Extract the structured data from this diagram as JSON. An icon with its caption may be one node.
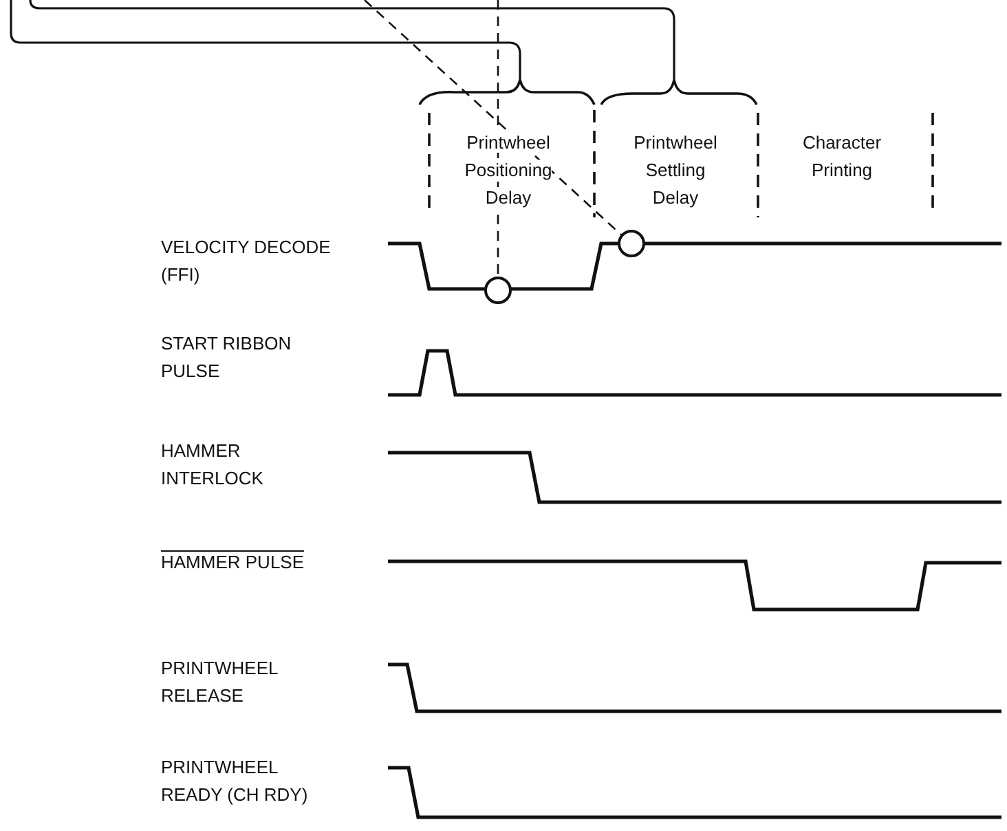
{
  "diagram": {
    "nodes": [
      {
        "text": [],
        "shape": "brace"
      },
      {
        "text": [],
        "shape": "brace"
      },
      {
        "text": [],
        "shape": "circle"
      },
      {
        "text": [],
        "shape": "circle"
      }
    ],
    "edges": [
      {
        "from": null,
        "to": 0,
        "arrow": "none"
      },
      {
        "from": null,
        "to": 1,
        "arrow": "none"
      },
      {
        "from": null,
        "to": 2,
        "arrow": "none",
        "style": "dashed"
      },
      {
        "from": null,
        "to": 3,
        "arrow": "none",
        "style": "dashed"
      }
    ],
    "labels": [
      "Printwheel Positioning Delay",
      "Printwheel Settling Delay",
      "Character Printing",
      "VELOCITY DECODE (FFI)",
      "START RIBBON PULSE",
      "HAMMER INTERLOCK",
      "HAMMER PULSE",
      "PRINTWHEEL RELEASE",
      "PRINTWHEEL READY (CH RDY)"
    ]
  }
}
